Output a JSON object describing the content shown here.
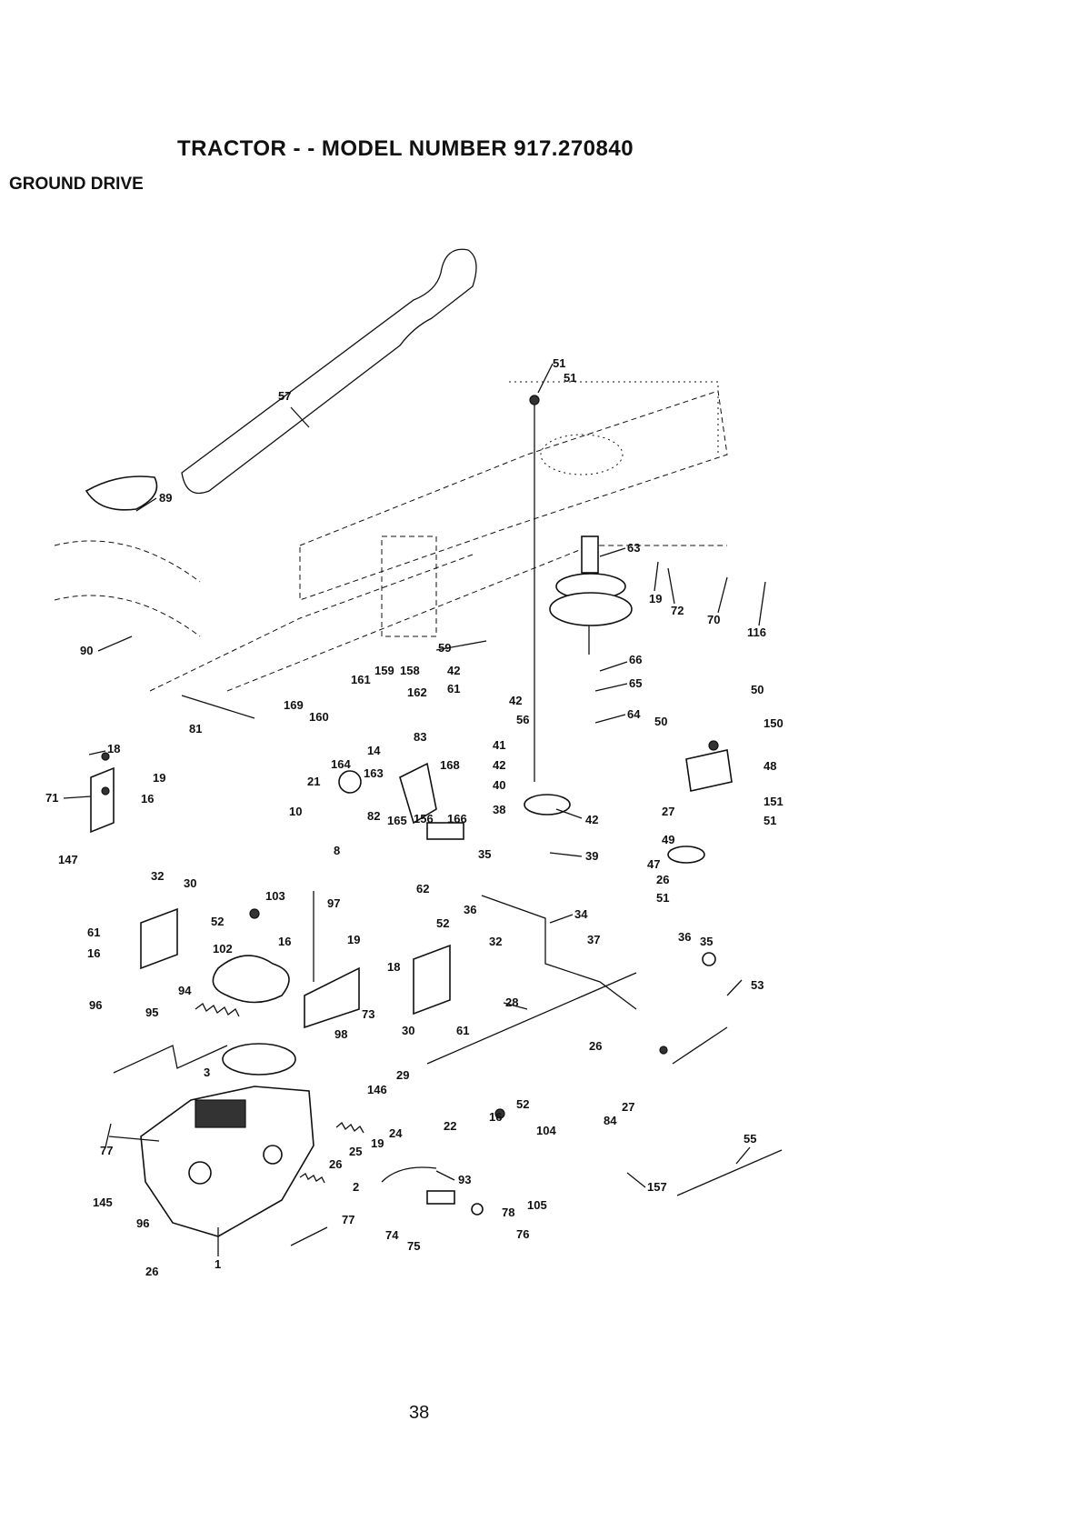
{
  "header": {
    "title": "TRACTOR - - MODEL NUMBER 917.270840",
    "section": "GROUND DRIVE"
  },
  "footer": {
    "page_number": "38"
  },
  "part_callouts": [
    "57",
    "89",
    "90",
    "51",
    "51",
    "63",
    "19",
    "72",
    "70",
    "116",
    "18",
    "19",
    "16",
    "71",
    "147",
    "81",
    "169",
    "161",
    "159",
    "158",
    "162",
    "160",
    "14",
    "164",
    "163",
    "83",
    "168",
    "21",
    "10",
    "8",
    "82",
    "165",
    "156",
    "166",
    "59",
    "42",
    "61",
    "42",
    "56",
    "41",
    "42",
    "40",
    "38",
    "42",
    "39",
    "66",
    "65",
    "64",
    "50",
    "50",
    "150",
    "48",
    "27",
    "151",
    "51",
    "49",
    "47",
    "26",
    "51",
    "32",
    "30",
    "61",
    "52",
    "16",
    "103",
    "102",
    "97",
    "16",
    "19",
    "18",
    "94",
    "73",
    "98",
    "96",
    "95",
    "3",
    "62",
    "35",
    "36",
    "52",
    "32",
    "30",
    "61",
    "34",
    "37",
    "28",
    "36",
    "35",
    "53",
    "26",
    "29",
    "146",
    "24",
    "19",
    "25",
    "26",
    "2",
    "77",
    "145",
    "96",
    "26",
    "1",
    "77",
    "22",
    "16",
    "52",
    "104",
    "84",
    "27",
    "93",
    "105",
    "78",
    "74",
    "75",
    "76",
    "157",
    "55"
  ]
}
